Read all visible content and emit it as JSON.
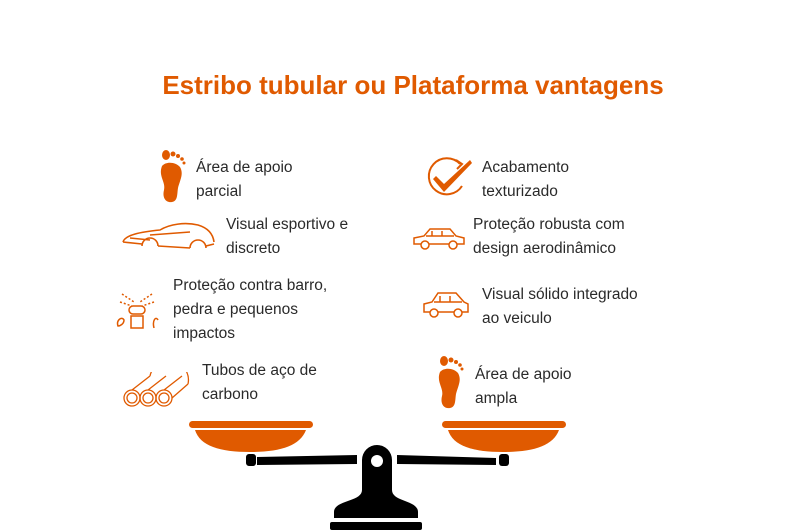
{
  "title": "Estribo tubular ou Plataforma vantagens",
  "accent": "#e05a00",
  "left_items": [
    {
      "icon": "footprint-icon",
      "text": "Área de apoio\nparcial"
    },
    {
      "icon": "sports-car-icon",
      "text": "Visual esportivo e\ndiscreto"
    },
    {
      "icon": "sprinkler-protection-icon",
      "text": "Proteção contra barro,\npedra e pequenos\nimpactos"
    },
    {
      "icon": "steel-tubes-icon",
      "text": "Tubos de  aço de\ncarbono"
    }
  ],
  "right_items": [
    {
      "icon": "check-badge-icon",
      "text": "Acabamento\ntexturizado"
    },
    {
      "icon": "car-outline-icon",
      "text": "Proteção robusta com\ndesign aerodinâmico"
    },
    {
      "icon": "compact-car-icon",
      "text": "Visual sólido integrado\nao veiculo"
    },
    {
      "icon": "footprint-icon",
      "text": "Área de apoio\nampla"
    }
  ]
}
